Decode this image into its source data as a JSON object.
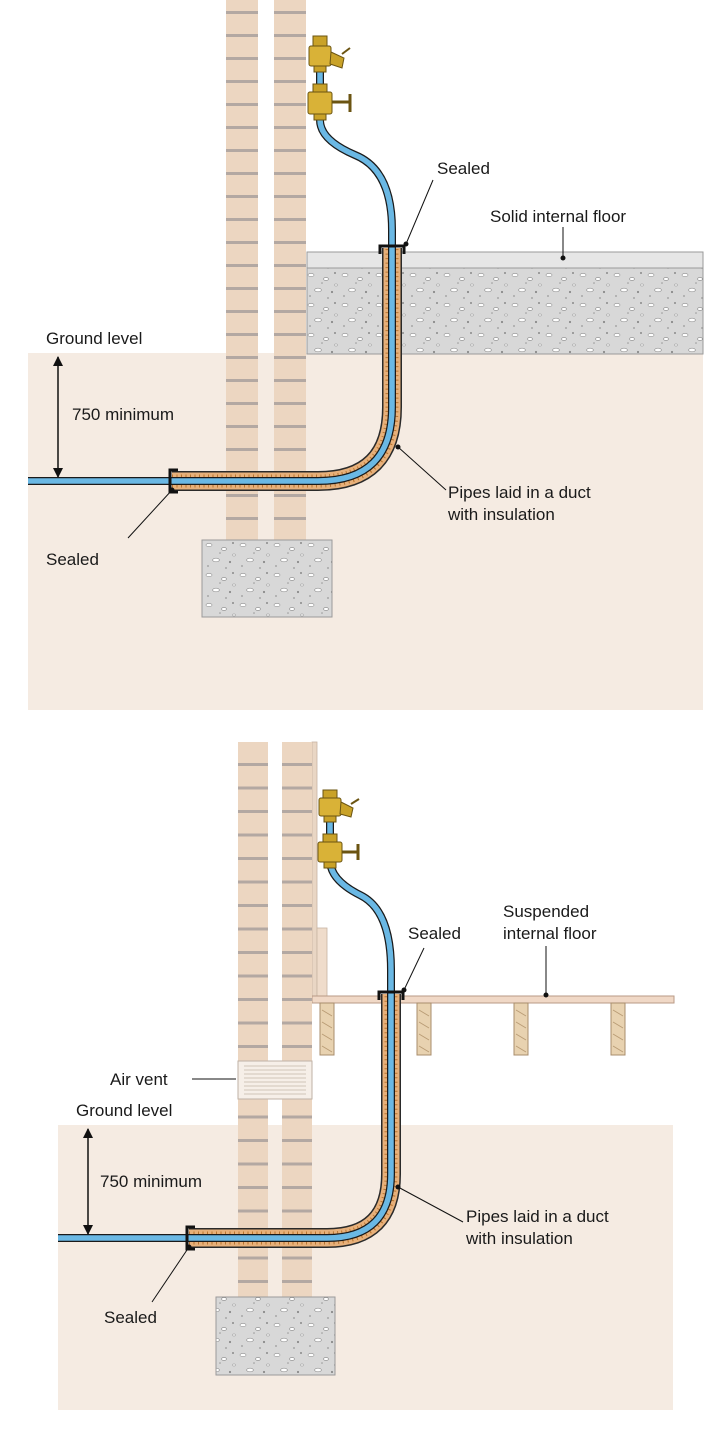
{
  "diagrams": [
    {
      "floor_label": "Solid internal floor",
      "sealed_top_label": "Sealed",
      "ground_level_label": "Ground level",
      "depth_label": "750 minimum",
      "duct_label_line1": "Pipes laid in a duct",
      "duct_label_line2": "with insulation",
      "sealed_bottom_label": "Sealed"
    },
    {
      "floor_label_line1": "Suspended",
      "floor_label_line2": "internal floor",
      "sealed_top_label": "Sealed",
      "air_vent_label": "Air vent",
      "ground_level_label": "Ground level",
      "depth_label": "750 minimum",
      "duct_label_line1": "Pipes laid in a duct",
      "duct_label_line2": "with insulation",
      "sealed_bottom_label": "Sealed"
    }
  ],
  "colors": {
    "ground": "#f5ebe2",
    "brick": "#ecd6c1",
    "mortar": "#b3a8a2",
    "concrete": "#d8d8d8",
    "floor_screed": "#e6e6e6",
    "pipe": "#6ab8e4",
    "duct": "#e7b07a",
    "valve": "#c9a228",
    "timber": "#eed9c6",
    "joist": "#e8d2b0"
  },
  "icons": [
    "stop-valve-icon",
    "drain-valve-icon"
  ]
}
